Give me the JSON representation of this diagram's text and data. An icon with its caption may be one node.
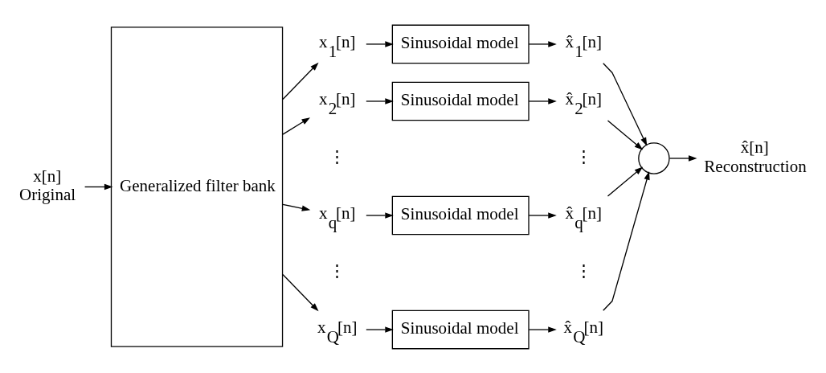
{
  "diagram": {
    "nodes": [
      {
        "text": [
          "x[n]",
          "Original"
        ]
      },
      {
        "text": [
          "Generalized filter bank"
        ]
      },
      {
        "text": [
          "x$_{1}$[n]"
        ]
      },
      {
        "text": [
          "Sinusoidal model"
        ]
      },
      {
        "text": [
          "x̂$_{1}$[n]"
        ]
      },
      {
        "text": [
          "x$_{2}$[n]"
        ]
      },
      {
        "text": [
          "Sinusoidal model"
        ]
      },
      {
        "text": [
          "x̂$_{2}$[n]"
        ]
      },
      {
        "text": [
          "x$_{q}$[n]"
        ]
      },
      {
        "text": [
          "Sinusoidal model"
        ]
      },
      {
        "text": [
          "x̂$_{q}$[n]"
        ]
      },
      {
        "text": [
          "x$_{Q}$[n]"
        ]
      },
      {
        "text": [
          "Sinusoidal model"
        ]
      },
      {
        "text": [
          "x̂$_{Q}$[n]"
        ]
      },
      {
        "text": [],
        "shape": "circle"
      },
      {
        "text": [
          "x̂[n]",
          "Reconstruction"
        ]
      }
    ],
    "edges": [
      {
        "from": 0,
        "to": 1,
        "arrow": "to"
      },
      {
        "from": 1,
        "to": 2,
        "arrow": "to"
      },
      {
        "from": 2,
        "to": 3,
        "arrow": "to"
      },
      {
        "from": 3,
        "to": 4,
        "arrow": "to"
      },
      {
        "from": 1,
        "to": 5,
        "arrow": "to"
      },
      {
        "from": 5,
        "to": 6,
        "arrow": "to"
      },
      {
        "from": 6,
        "to": 7,
        "arrow": "to"
      },
      {
        "from": 1,
        "to": 8,
        "arrow": "to"
      },
      {
        "from": 8,
        "to": 9,
        "arrow": "to"
      },
      {
        "from": 9,
        "to": 10,
        "arrow": "to"
      },
      {
        "from": 1,
        "to": 11,
        "arrow": "to"
      },
      {
        "from": 11,
        "to": 12,
        "arrow": "to"
      },
      {
        "from": 12,
        "to": 13,
        "arrow": "to"
      },
      {
        "from": 4,
        "to": 14,
        "arrow": "to"
      },
      {
        "from": 7,
        "to": 14,
        "arrow": "to"
      },
      {
        "from": 10,
        "to": 14,
        "arrow": "to"
      },
      {
        "from": 13,
        "to": 14,
        "arrow": "to"
      },
      {
        "from": 14,
        "to": 15,
        "arrow": "to"
      }
    ],
    "labels": [
      "⋮",
      "⋮",
      "⋮",
      "⋮"
    ]
  }
}
